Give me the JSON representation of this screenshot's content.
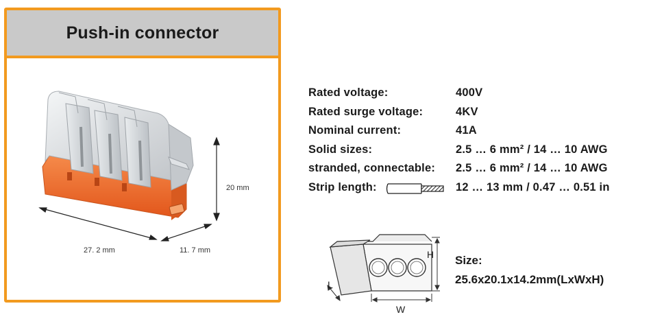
{
  "panel": {
    "title": "Push-in connector",
    "dimensions": {
      "length": "27. 2 mm",
      "width": "11. 7 mm",
      "height": "20 mm"
    }
  },
  "specs": [
    {
      "label": "Rated voltage:",
      "value": "400V"
    },
    {
      "label": "Rated surge voltage:",
      "value": "4KV"
    },
    {
      "label": "Nominal current:",
      "value": "41A"
    },
    {
      "label": "Solid sizes:",
      "value": "2.5 … 6 mm² / 14 … 10 AWG"
    },
    {
      "label": "stranded, connectable:",
      "value": "2.5 … 6 mm² / 14 … 10 AWG"
    },
    {
      "label": "Strip length:",
      "value": "12 … 13 mm / 0.47 … 0.51 in"
    }
  ],
  "drawing": {
    "h_label": "H",
    "l_label": "L",
    "w_label": "W"
  },
  "size": {
    "label": "Size:",
    "value": "25.6x20.1x14.2mm(LxWxH)"
  },
  "colors": {
    "accent_orange": "#f29a1f",
    "header_gray": "#c9c9c9",
    "connector_orange": "#ee6a2a"
  }
}
